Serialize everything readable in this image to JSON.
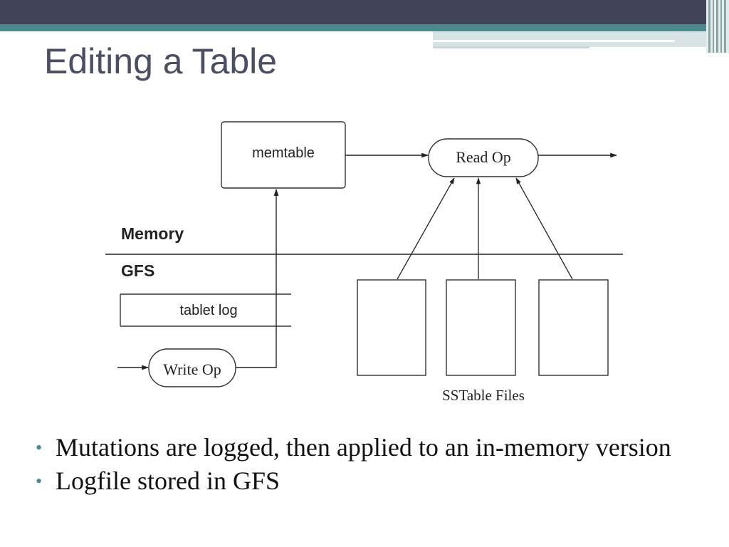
{
  "slide": {
    "title": "Editing a Table"
  },
  "diagram": {
    "memtable_label": "memtable",
    "read_op_label": "Read Op",
    "memory_label": "Memory",
    "gfs_label": "GFS",
    "tablet_log_label": "tablet log",
    "write_op_label": "Write Op",
    "sstable_files_label": "SSTable Files"
  },
  "bullets": [
    {
      "text": "Mutations are logged, then applied to an in-memory version"
    },
    {
      "text": "Logfile stored in GFS"
    }
  ],
  "colors": {
    "header_dark": "#414459",
    "header_teal": "#4a8a8c",
    "title_text": "#4a4f66",
    "bullet": "#4a8a8c"
  }
}
